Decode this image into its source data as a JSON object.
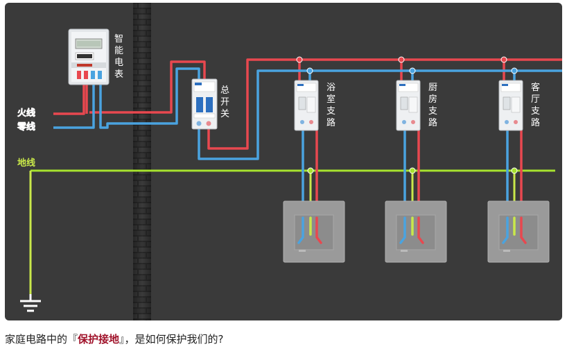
{
  "diagram": {
    "meter_label": [
      "智",
      "能",
      "电",
      "表"
    ],
    "main_switch_label": [
      "总",
      "开",
      "关"
    ],
    "live_label": "火线",
    "neutral_label": "零线",
    "ground_label": "地线",
    "branches": [
      {
        "label": [
          "浴",
          "室",
          "支",
          "路"
        ]
      },
      {
        "label": [
          "厨",
          "房",
          "支",
          "路"
        ]
      },
      {
        "label": [
          "客",
          "厅",
          "支",
          "路"
        ]
      }
    ],
    "colors": {
      "background": "#3a3a3a",
      "live": "#e8484f",
      "neutral": "#4aa3e0",
      "ground": "#a6e22e",
      "wall": "#2b2b2b"
    }
  },
  "caption": {
    "before": "家庭电路中的『",
    "highlight": "保护接地",
    "after": "』，是如何保护我们的?"
  }
}
